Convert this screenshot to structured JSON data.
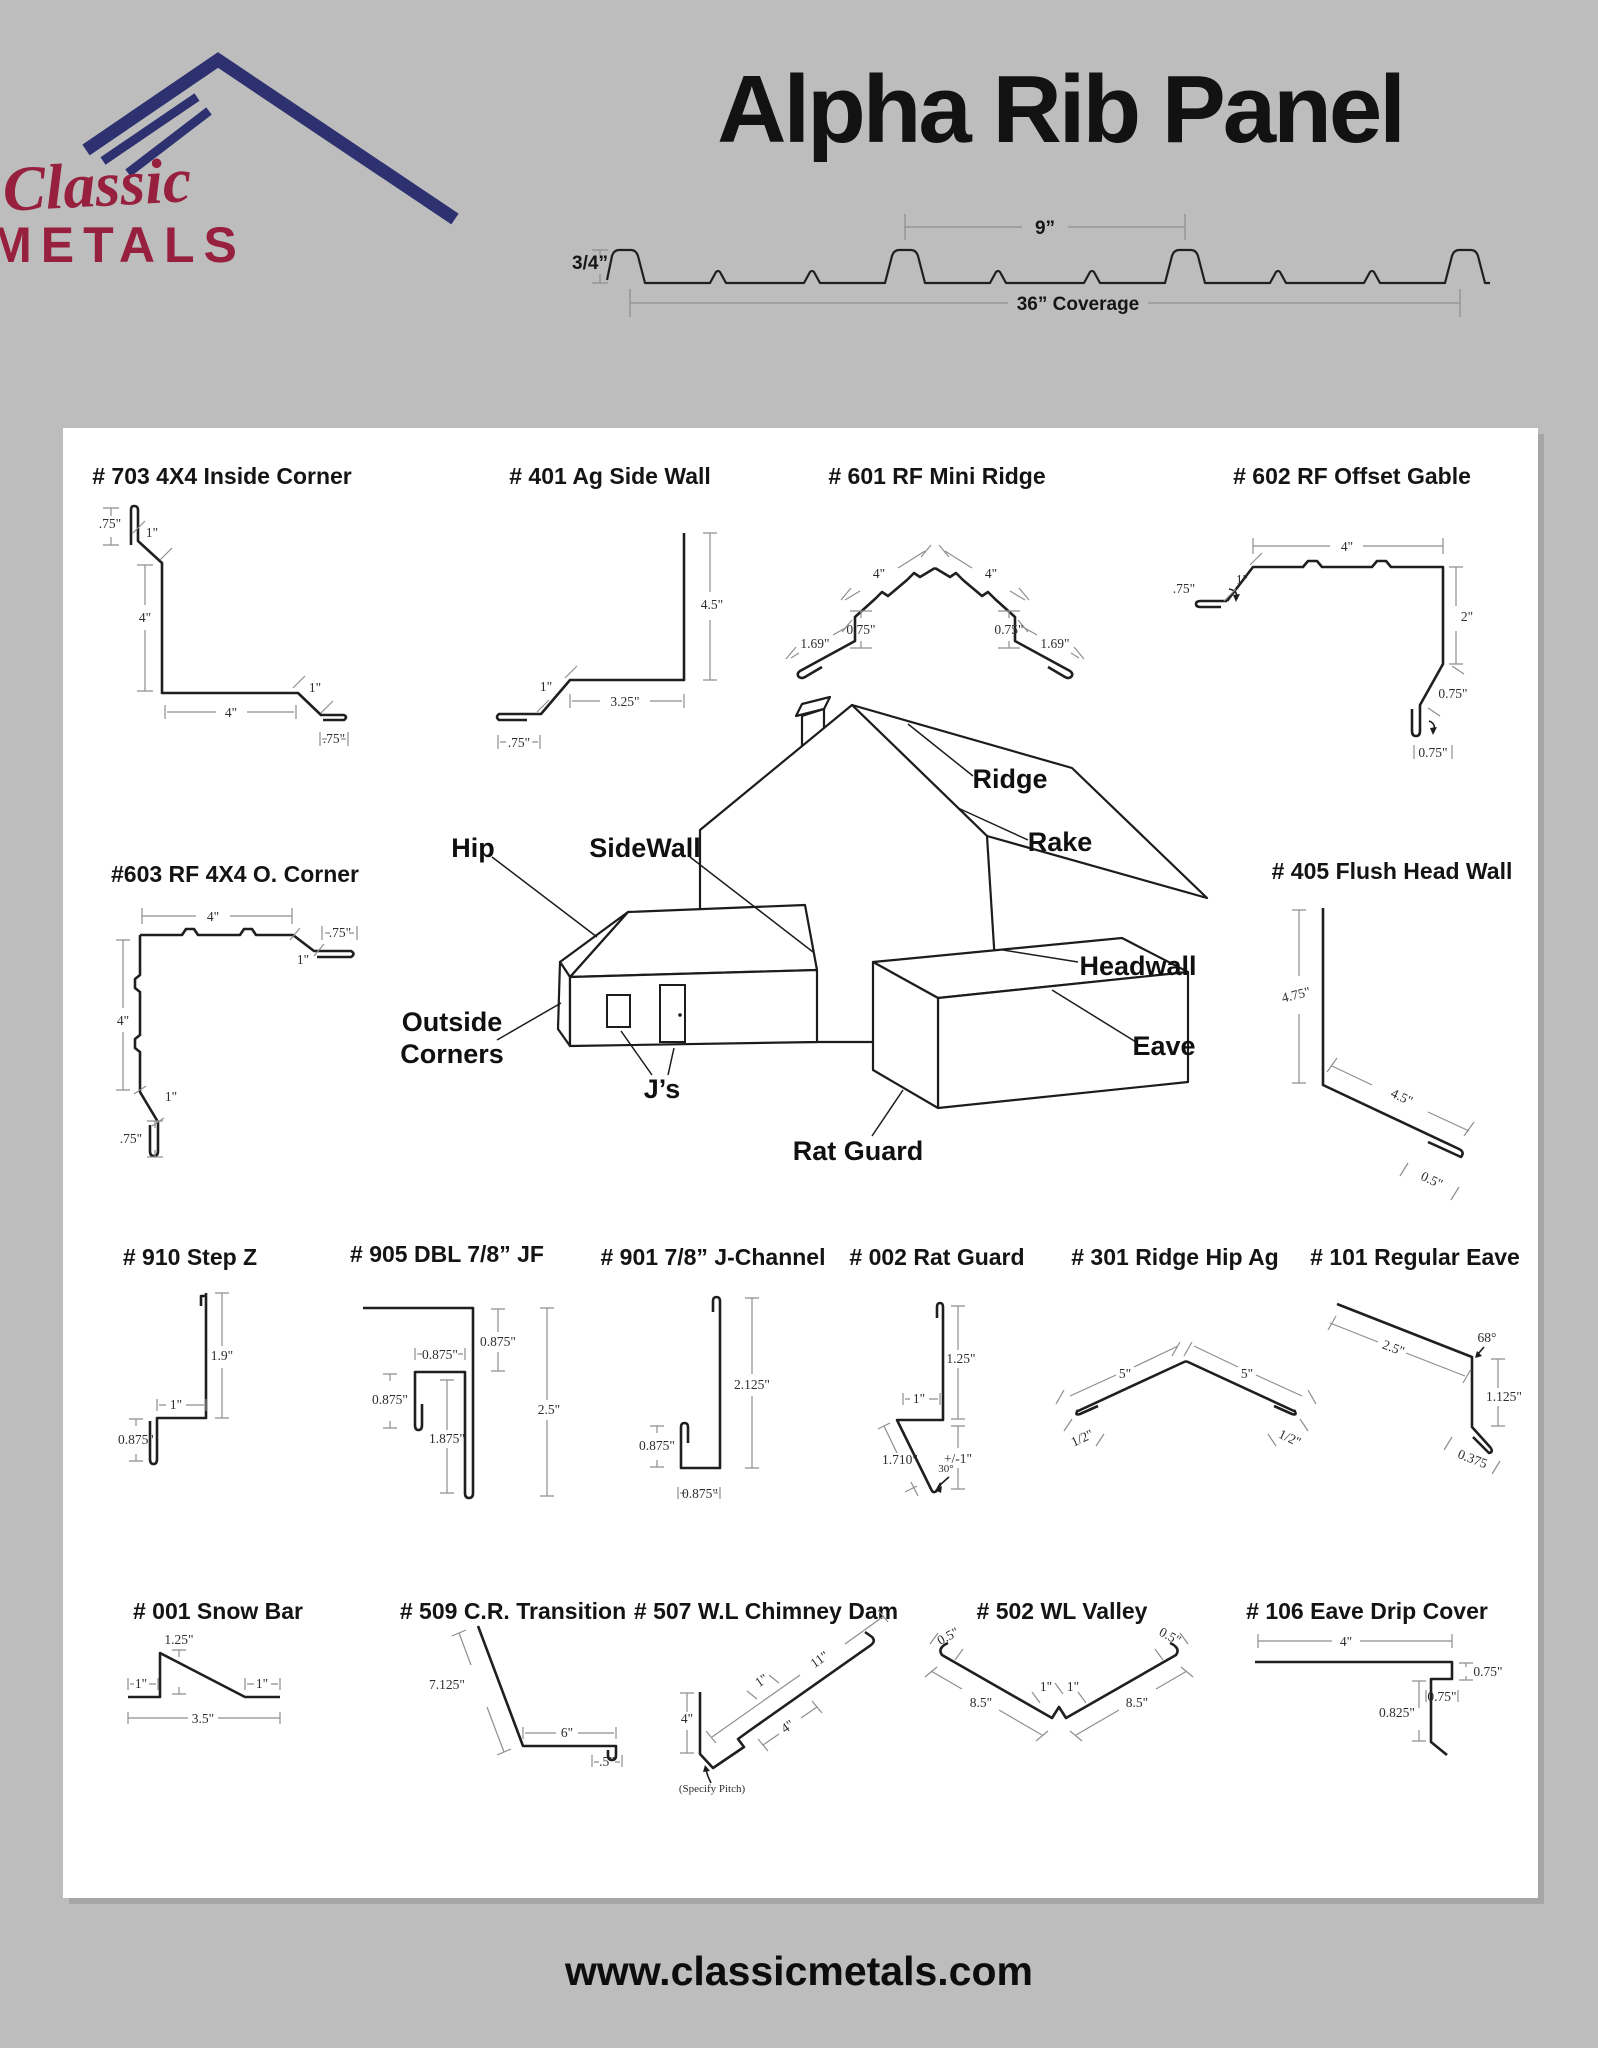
{
  "page": {
    "background": "#bdbdbd",
    "panel_bg": "#ffffff",
    "accent_navy": "#2e3170",
    "accent_red": "#97203f"
  },
  "header": {
    "logo": {
      "word1": "Classic",
      "word2": "METALS"
    },
    "title": "Alpha Rib Panel",
    "panel_profile": {
      "height": "3/4”",
      "rib_spacing": "9”",
      "coverage": "36” Coverage"
    }
  },
  "house": {
    "labels": {
      "hip": "Hip",
      "sidewall": "SideWall",
      "ridge": "Ridge",
      "rake": "Rake",
      "headwall": "Headwall",
      "outside_line1": "Outside",
      "outside_line2": "Corners",
      "eave": "Eave",
      "js": "J’s",
      "rat_guard": "Rat Guard"
    }
  },
  "profiles": {
    "p703": {
      "title": "# 703 4X4 Inside Corner",
      "dims": {
        "hem_top": ".75\"",
        "diag_top": "1\"",
        "vert": "4\"",
        "horiz": "4\"",
        "diag_bot": "1\"",
        "hem_bot": ".75\""
      }
    },
    "p401": {
      "title": "# 401 Ag Side Wall",
      "dims": {
        "vert": "4.5\"",
        "diag": "1\"",
        "horiz": "3.25\"",
        "hem": ".75\""
      }
    },
    "p601": {
      "title": "# 601 RF Mini Ridge",
      "dims": {
        "slope_left": "4\"",
        "slope_right": "4\"",
        "drop_left": "0.75\"",
        "drop_right": "0.75\"",
        "flange_left": "1.69\"",
        "flange_right": "1.69\""
      }
    },
    "p602": {
      "title": "# 602 RF Offset Gable",
      "dims": {
        "top": "4\"",
        "diag_left": "1\"",
        "hem_left": ".75\"",
        "vert": "2\"",
        "diag_bot": "0.75\"",
        "hem_bot": "0.75\""
      }
    },
    "p603": {
      "title": "#603 RF 4X4 O. Corner",
      "dims": {
        "top": "4\"",
        "hem_right": ".75\"",
        "diag_right": "1\"",
        "vert": "4\"",
        "diag_bot": "1\"",
        "hem_bot": ".75\""
      }
    },
    "p405": {
      "title": "# 405 Flush Head Wall",
      "dims": {
        "vert": "4.75\"",
        "slope": "4.5\"",
        "hem": "0.5\""
      }
    },
    "p910": {
      "title": "# 910 Step Z",
      "dims": {
        "vert": "1.9\"",
        "horiz": "1\"",
        "leg": "0.875\""
      }
    },
    "p905": {
      "title": "# 905 DBL 7/8” JF",
      "dims": {
        "top": "0.875\"",
        "inner_w": "0.875\"",
        "inner_leg": "0.875\"",
        "inner_h": "1.875\"",
        "total": "2.5\""
      }
    },
    "p901": {
      "title": "# 901 7/8” J-Channel",
      "dims": {
        "vert": "2.125\"",
        "leg": "0.875\"",
        "width": "0.875\""
      }
    },
    "p002": {
      "title": "# 002 Rat Guard",
      "dims": {
        "top": "1.25\"",
        "horiz": "1\"",
        "diag": "1.710\"",
        "angle": "30°",
        "drop": "+/-1\""
      }
    },
    "p301": {
      "title": "# 301 Ridge Hip Ag",
      "dims": {
        "slope_left": "5\"",
        "slope_right": "5\"",
        "hem_left": "1/2\"",
        "hem_right": "1/2\""
      }
    },
    "p101": {
      "title": "# 101 Regular Eave",
      "dims": {
        "slope": "2.5\"",
        "angle": "68°",
        "vert": "1.125\"",
        "hem": "0.375"
      }
    },
    "p001": {
      "title": "# 001 Snow Bar",
      "dims": {
        "vert": "1.25\"",
        "flange_left": "1\"",
        "flange_right": "1\"",
        "total": "3.5\""
      }
    },
    "p509": {
      "title": "# 509 C.R. Transition",
      "dims": {
        "slope": "7.125\"",
        "horiz": "6\"",
        "hem": ".5\""
      }
    },
    "p507": {
      "title": "# 507 W.L Chimney Dam",
      "dims": {
        "vert": "4\"",
        "step": "1\"",
        "slope": "11\"",
        "lower": "4\"",
        "note": "(Specify Pitch)"
      }
    },
    "p502": {
      "title": "# 502 WL Valley",
      "dims": {
        "hem_left": "0.5\"",
        "hem_right": "0.5\"",
        "slope_left": "8.5\"",
        "slope_right": "8.5\"",
        "rib_left": "1\"",
        "rib_right": "1\""
      }
    },
    "p106": {
      "title": "# 106 Eave Drip Cover",
      "dims": {
        "top": "4\"",
        "lip": "0.75\"",
        "hem": "0.75\"",
        "vert": "0.825\""
      }
    }
  },
  "footer": {
    "url": "www.classicmetals.com"
  }
}
